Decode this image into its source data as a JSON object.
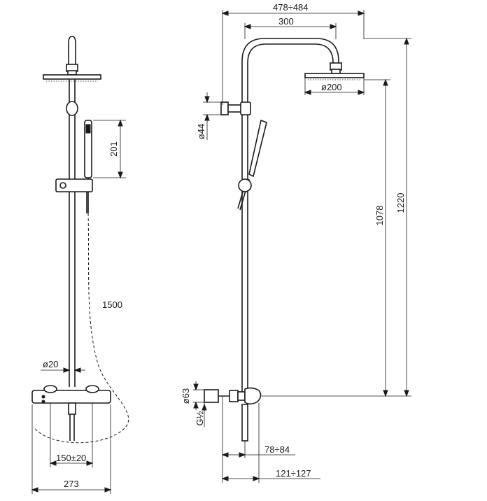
{
  "dimensions": {
    "hose_length": "1500",
    "handshower_height": "201",
    "bar_diameter": "ø20",
    "valve_centres": "150±20",
    "valve_width": "273",
    "overall_projection": "478÷484",
    "arm_reach": "300",
    "bracket_diameter": "ø44",
    "head_diameter": "ø200",
    "head_height": "1078",
    "overall_height": "1220",
    "eccentric_diameter": "ø63",
    "thread_size": "G½",
    "outlet_offset": "78÷84",
    "wall_projection": "121÷127"
  }
}
